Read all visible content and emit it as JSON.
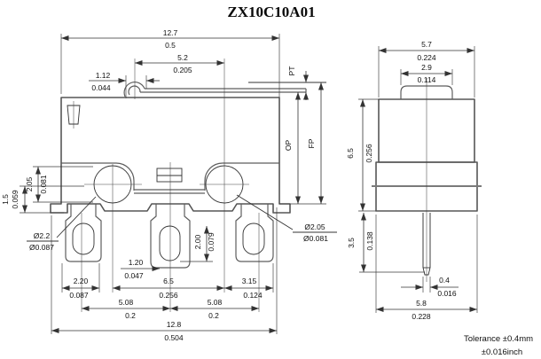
{
  "title": "ZX10C10A01",
  "front": {
    "body_width": {
      "mm": "12.7",
      "inch": "0.5"
    },
    "lever_span": {
      "mm": "5.2",
      "inch": "0.205"
    },
    "hinge_curl": {
      "mm": "1.12",
      "inch": "0.044"
    },
    "hole_height": {
      "mm": "2.05",
      "inch": "0.081"
    },
    "base_lip": {
      "mm": "1.5",
      "inch": "0.059"
    },
    "hole_left_dia": {
      "mm": "Ø2.2",
      "inch": "Ø0.087"
    },
    "hole_right_dia": {
      "mm": "Ø2.05",
      "inch": "Ø0.081"
    },
    "slot_width": {
      "mm": "1.20",
      "inch": "0.047"
    },
    "slot_height": {
      "mm": "2.00",
      "inch": "0.079"
    },
    "terminal_left_width": {
      "mm": "2.20",
      "inch": "0.087"
    },
    "hole_spacing": {
      "mm": "6.5",
      "inch": "0.256"
    },
    "terminal_right_span": {
      "mm": "3.15",
      "inch": "0.124"
    },
    "pitch_left": {
      "mm": "5.08",
      "inch": "0.2"
    },
    "pitch_right": {
      "mm": "5.08",
      "inch": "0.2"
    },
    "overall_width": {
      "mm": "12.8",
      "inch": "0.504"
    },
    "travel": {
      "pt": "PT",
      "op": "OP",
      "fp": "FP"
    }
  },
  "side": {
    "body_width": {
      "mm": "5.7",
      "inch": "0.224"
    },
    "plunger_width": {
      "mm": "2.9",
      "inch": "0.114"
    },
    "body_height": {
      "mm": "6.5",
      "inch": "0.256"
    },
    "pin_length": {
      "mm": "3.5",
      "inch": "0.138"
    },
    "pin_width": {
      "mm": "0.4",
      "inch": "0.016"
    },
    "base_width": {
      "mm": "5.8",
      "inch": "0.228"
    }
  },
  "notes": {
    "tolerance_mm": "Tolerance ±0.4mm",
    "tolerance_inch": "±0.016inch"
  }
}
